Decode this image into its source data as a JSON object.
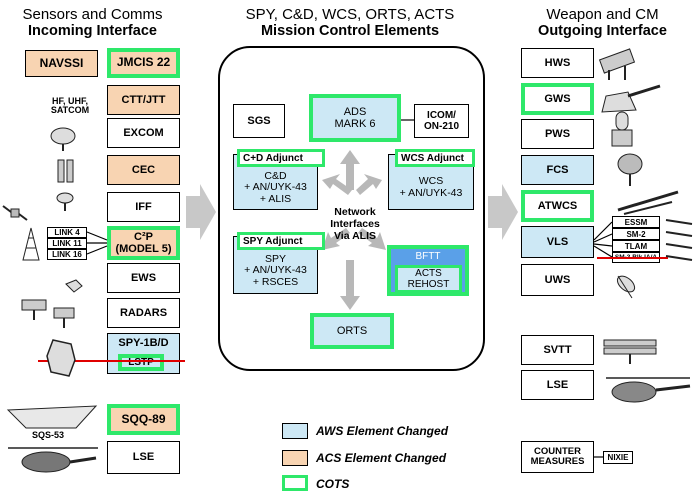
{
  "headers": {
    "left_line1": "Sensors and Comms",
    "left_line2": "Incoming Interface",
    "center_line1": "SPY, C&D, WCS, ORTS, ACTS",
    "center_line2": "Mission Control Elements",
    "right_line1": "Weapon and CM",
    "right_line2": "Outgoing Interface"
  },
  "left": {
    "navssi": "NAVSSI",
    "jmcis": "JMCIS 22",
    "hf_label": "HF, UHF,\nSATCOM",
    "ctt": "CTT/JTT",
    "excom": "EXCOM",
    "cec": "CEC",
    "iff": "IFF",
    "link4": "LINK 4",
    "link11": "LINK 11",
    "link16": "LINK 16",
    "c2p_line1": "C²P",
    "c2p_line2": "(MODEL 5)",
    "ews": "EWS",
    "radars": "RADARS",
    "spy1bd": "SPY-1B/D",
    "lstp": "LSTP",
    "sqq89": "SQQ-89",
    "sqs53": "SQS-53",
    "lse": "LSE"
  },
  "center": {
    "sgs": "SGS",
    "ads_line1": "ADS",
    "ads_line2": "MARK 6",
    "icom_line1": "ICOM/",
    "icom_line2": "ON-210",
    "cd_adjunct": "C+D Adjunct",
    "cd_line1": "C&D",
    "cd_line2": "+ AN/UYK-43",
    "cd_line3": "+ ALIS",
    "wcs_adjunct": "WCS Adjunct",
    "wcs_line1": "WCS",
    "wcs_line2": "+ AN/UYK-43",
    "network_line1": "Network",
    "network_line2": "Interfaces",
    "network_line3": "Via ALIS",
    "spy_adjunct": "SPY Adjunct",
    "spy_line1": "SPY",
    "spy_line2": "+ AN/UYK-43",
    "spy_line3": "+ RSCES",
    "bftt": "BFTT",
    "acts_line1": "ACTS",
    "acts_line2": "REHOST",
    "orts": "ORTS"
  },
  "right": {
    "hws": "HWS",
    "gws": "GWS",
    "pws": "PWS",
    "fcs": "FCS",
    "atwcs": "ATWCS",
    "vls": "VLS",
    "essm": "ESSM",
    "sm2": "SM-2",
    "tlam": "TLAM",
    "sm3": "SM-3 Blk IA/A",
    "uws": "UWS",
    "svtt": "SVTT",
    "lse": "LSE",
    "cm_line1": "COUNTER",
    "cm_line2": "MEASURES",
    "nixie": "NIXIE"
  },
  "legend": {
    "aws": "AWS Element Changed",
    "acs": "ACS Element Changed",
    "cots": "COTS"
  },
  "colors": {
    "aws_fill": "#cde8f5",
    "acs_fill": "#f8d4b2",
    "cots_border": "#2ee86a",
    "strike_line": "#e00000",
    "arrow_gray": "#b8b8b8",
    "bftt_blue": "#5aa0e8"
  }
}
